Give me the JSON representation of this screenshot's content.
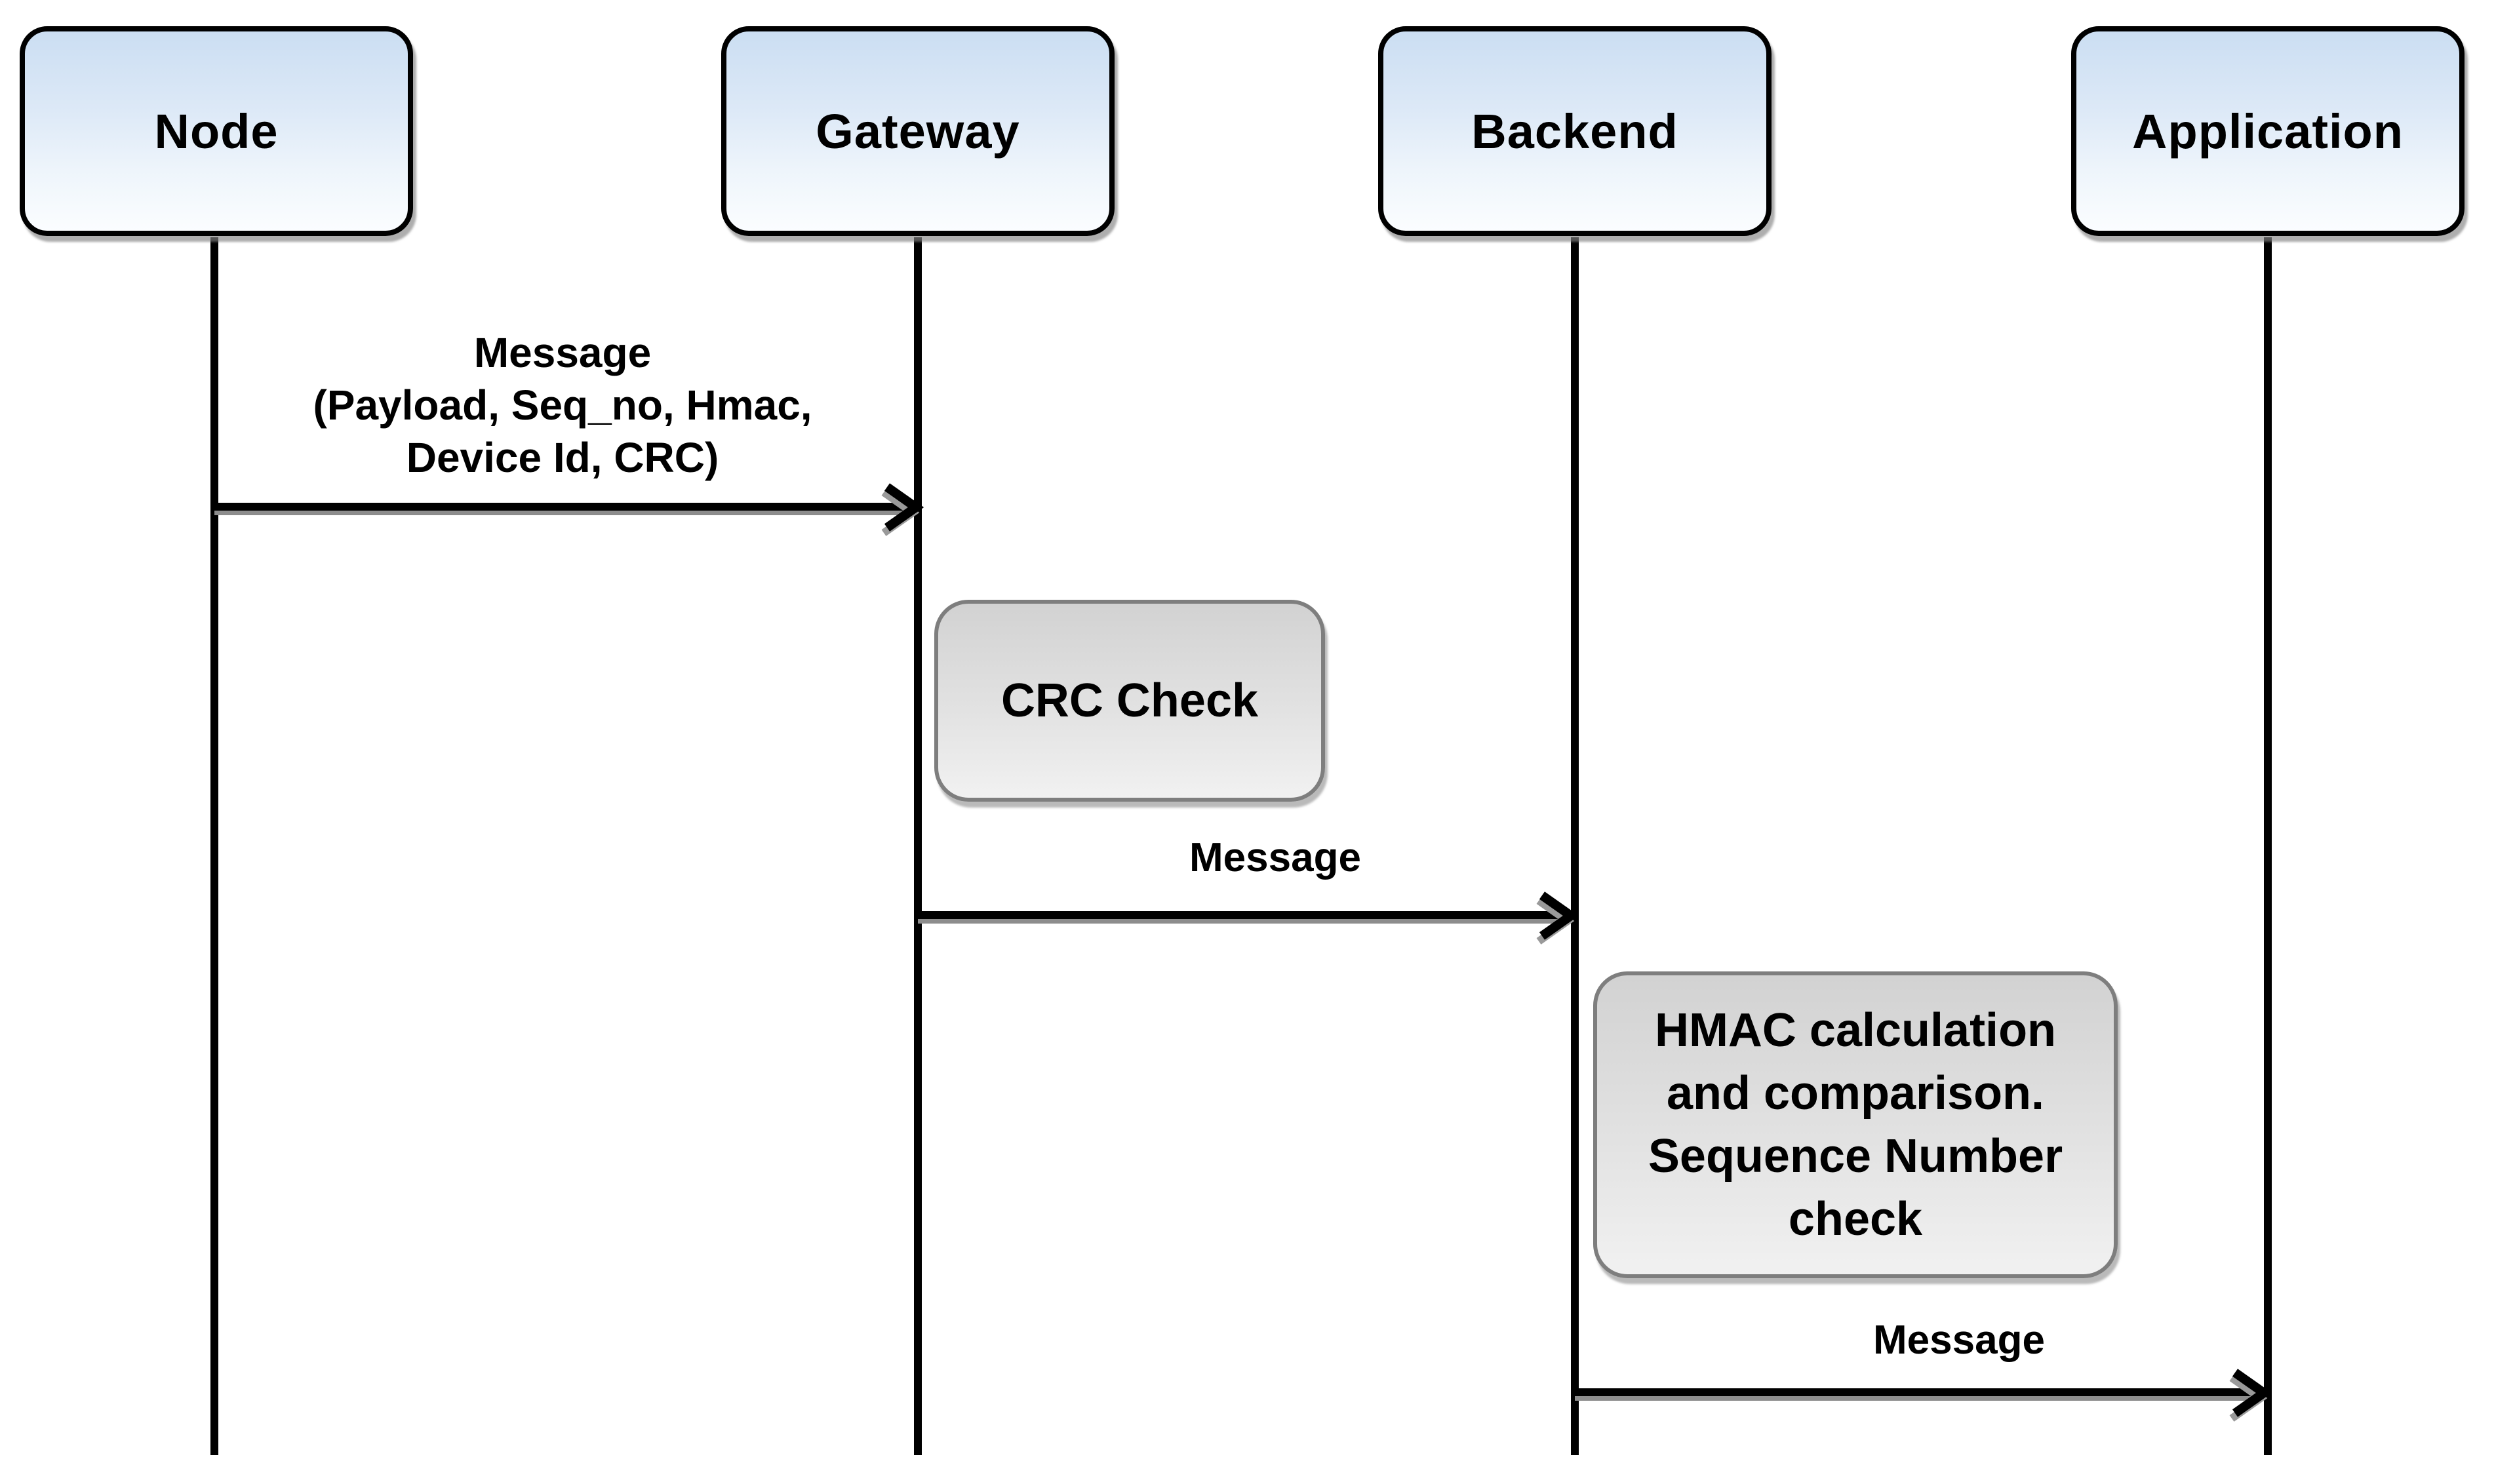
{
  "diagram": {
    "type": "sequence-diagram",
    "background_color": "#ffffff",
    "colors": {
      "actor_fill_top": "#cbdef2",
      "actor_fill_bottom": "#fbfdff",
      "actor_border": "#000000",
      "activity_fill_top": "#d2d2d2",
      "activity_fill_bottom": "#f1f1f1",
      "activity_border": "#7e7e7e",
      "line_color": "#000000",
      "shadow_color": "#9a9a9a",
      "text_color": "#000000"
    },
    "actors": [
      {
        "label": "Node"
      },
      {
        "label": "Gateway"
      },
      {
        "label": "Backend"
      },
      {
        "label": "Application"
      }
    ],
    "messages": [
      {
        "from": "Node",
        "to": "Gateway",
        "line1": "Message",
        "line2": "(Payload, Seq_no, Hmac,",
        "line3": "Device Id, CRC)"
      },
      {
        "from": "Gateway",
        "to": "Backend",
        "line1": "Message"
      },
      {
        "from": "Backend",
        "to": "Application",
        "line1": "Message"
      }
    ],
    "activities": [
      {
        "on": "Gateway",
        "line1": "CRC Check"
      },
      {
        "on": "Backend",
        "line1": "HMAC calculation",
        "line2": "and comparison.",
        "line3": "Sequence Number",
        "line4": "check"
      }
    ]
  }
}
